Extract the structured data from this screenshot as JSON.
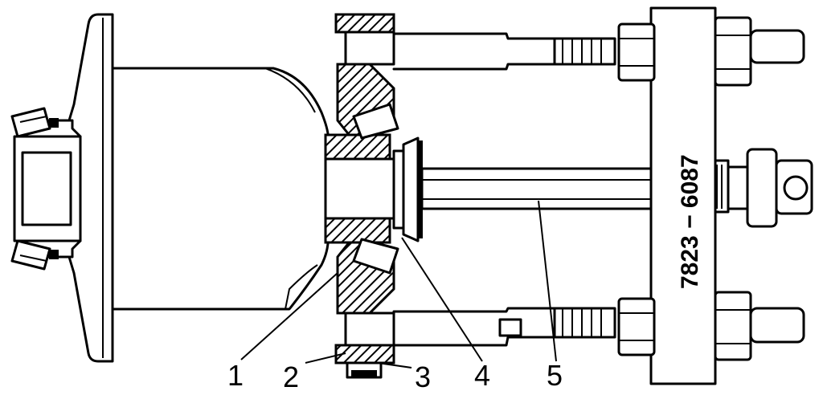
{
  "tool_number": "7823 − 6087",
  "callouts": [
    {
      "label": "1"
    },
    {
      "label": "2"
    },
    {
      "label": "3"
    },
    {
      "label": "4"
    },
    {
      "label": "5"
    }
  ],
  "colors": {
    "ink": "#000000",
    "paper": "#ffffff"
  }
}
